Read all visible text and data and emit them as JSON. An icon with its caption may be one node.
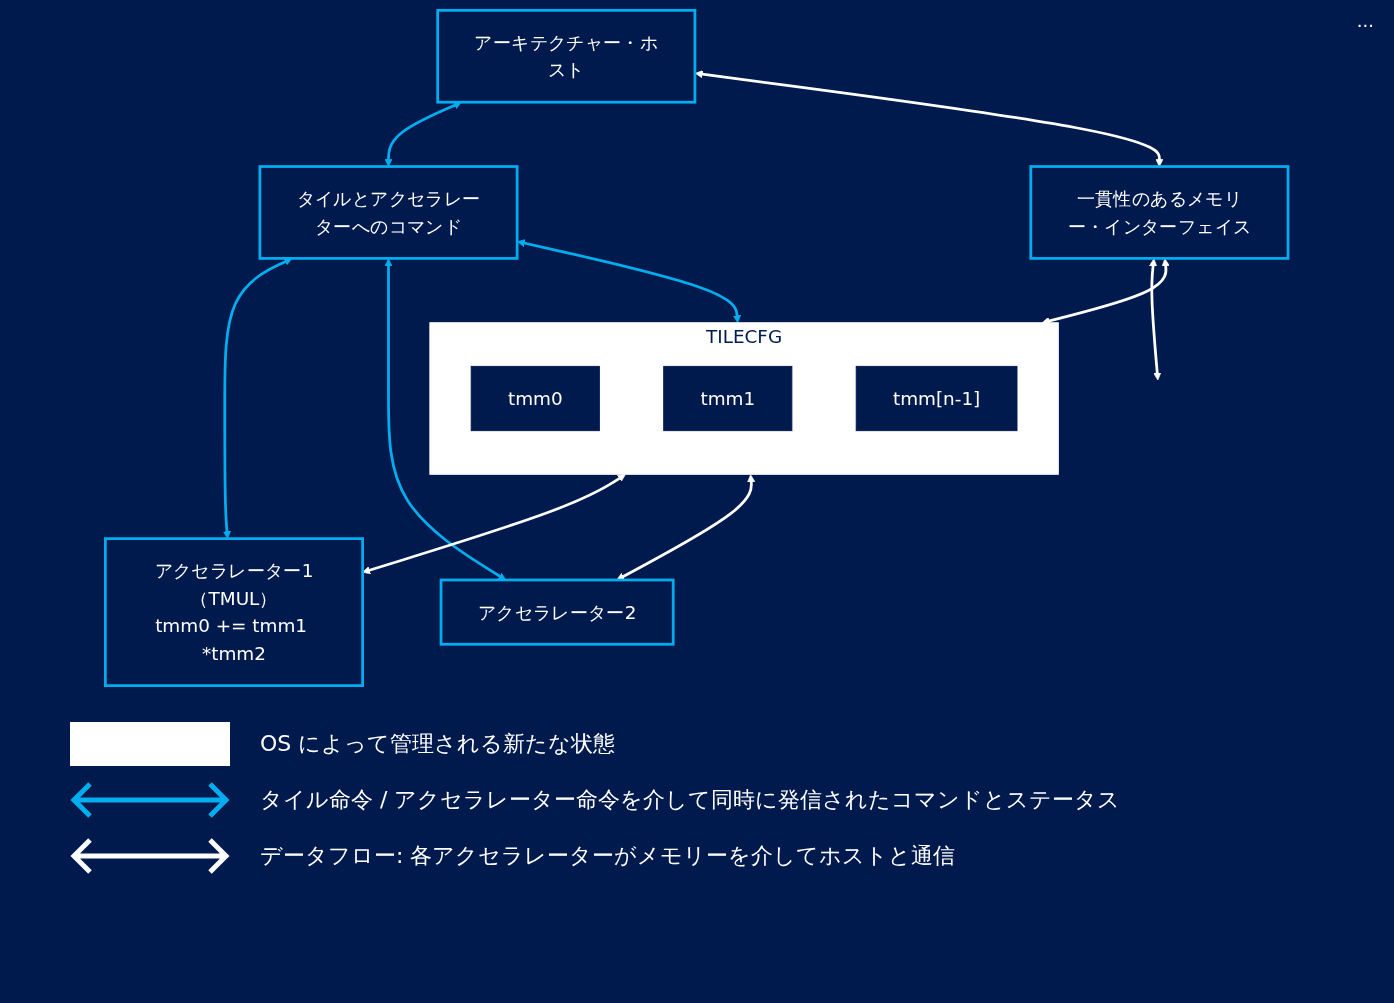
{
  "diagram": {
    "nodes": [
      {
        "text": [
          "アーキテクチャー・ホスト"
        ]
      },
      {
        "text": [
          "タイルとアクセラレーターへのコマンド"
        ]
      },
      {
        "text": [
          "アクセラレーター1（TMUL）",
          "tmm0 += tmm1 *tmm2"
        ]
      },
      {
        "text": [
          "一貫性のあるメモリー・インターフェイス"
        ]
      },
      {
        "text": [
          "TILECFG"
        ]
      },
      {
        "text": [
          "tmm0"
        ],
        "in": 4
      },
      {
        "text": [
          "tmm1"
        ],
        "in": 4
      },
      {
        "text": [
          "tmm[n-1]"
        ],
        "in": 4
      },
      {
        "text": [
          "アクセラレーター2"
        ]
      }
    ],
    "edges": [
      {
        "from": 0,
        "to": 1,
        "arrow": "both",
        "color": "#00aeef"
      },
      {
        "from": 1,
        "to": 2,
        "arrow": "both",
        "color": "#00aeef"
      },
      {
        "from": 0,
        "to": 3,
        "arrow": "both"
      },
      {
        "from": 1,
        "to": 4,
        "arrow": "both",
        "color": "#00aeef"
      },
      {
        "from": 3,
        "to": 4,
        "arrow": "both"
      },
      {
        "from": 1,
        "to": 8,
        "arrow": "both",
        "color": "#00aeef"
      },
      {
        "from": 4,
        "to": 2,
        "arrow": "both"
      },
      {
        "from": 4,
        "to": 8,
        "arrow": "both"
      },
      {
        "from": 3,
        "to": null,
        "arrow": "both"
      }
    ],
    "labels": [
      "..."
    ],
    "legend": [
      {
        "text": "OS によって管理される新たな状態",
        "color": "#ffffff"
      },
      {
        "text": "タイル命令 / アクセラレーター命令を介して同時に発信されたコマンドとステータス"
      },
      {
        "text": "データフロー: 各アクセラレーターがメモリーを介してホストと通信"
      }
    ]
  }
}
